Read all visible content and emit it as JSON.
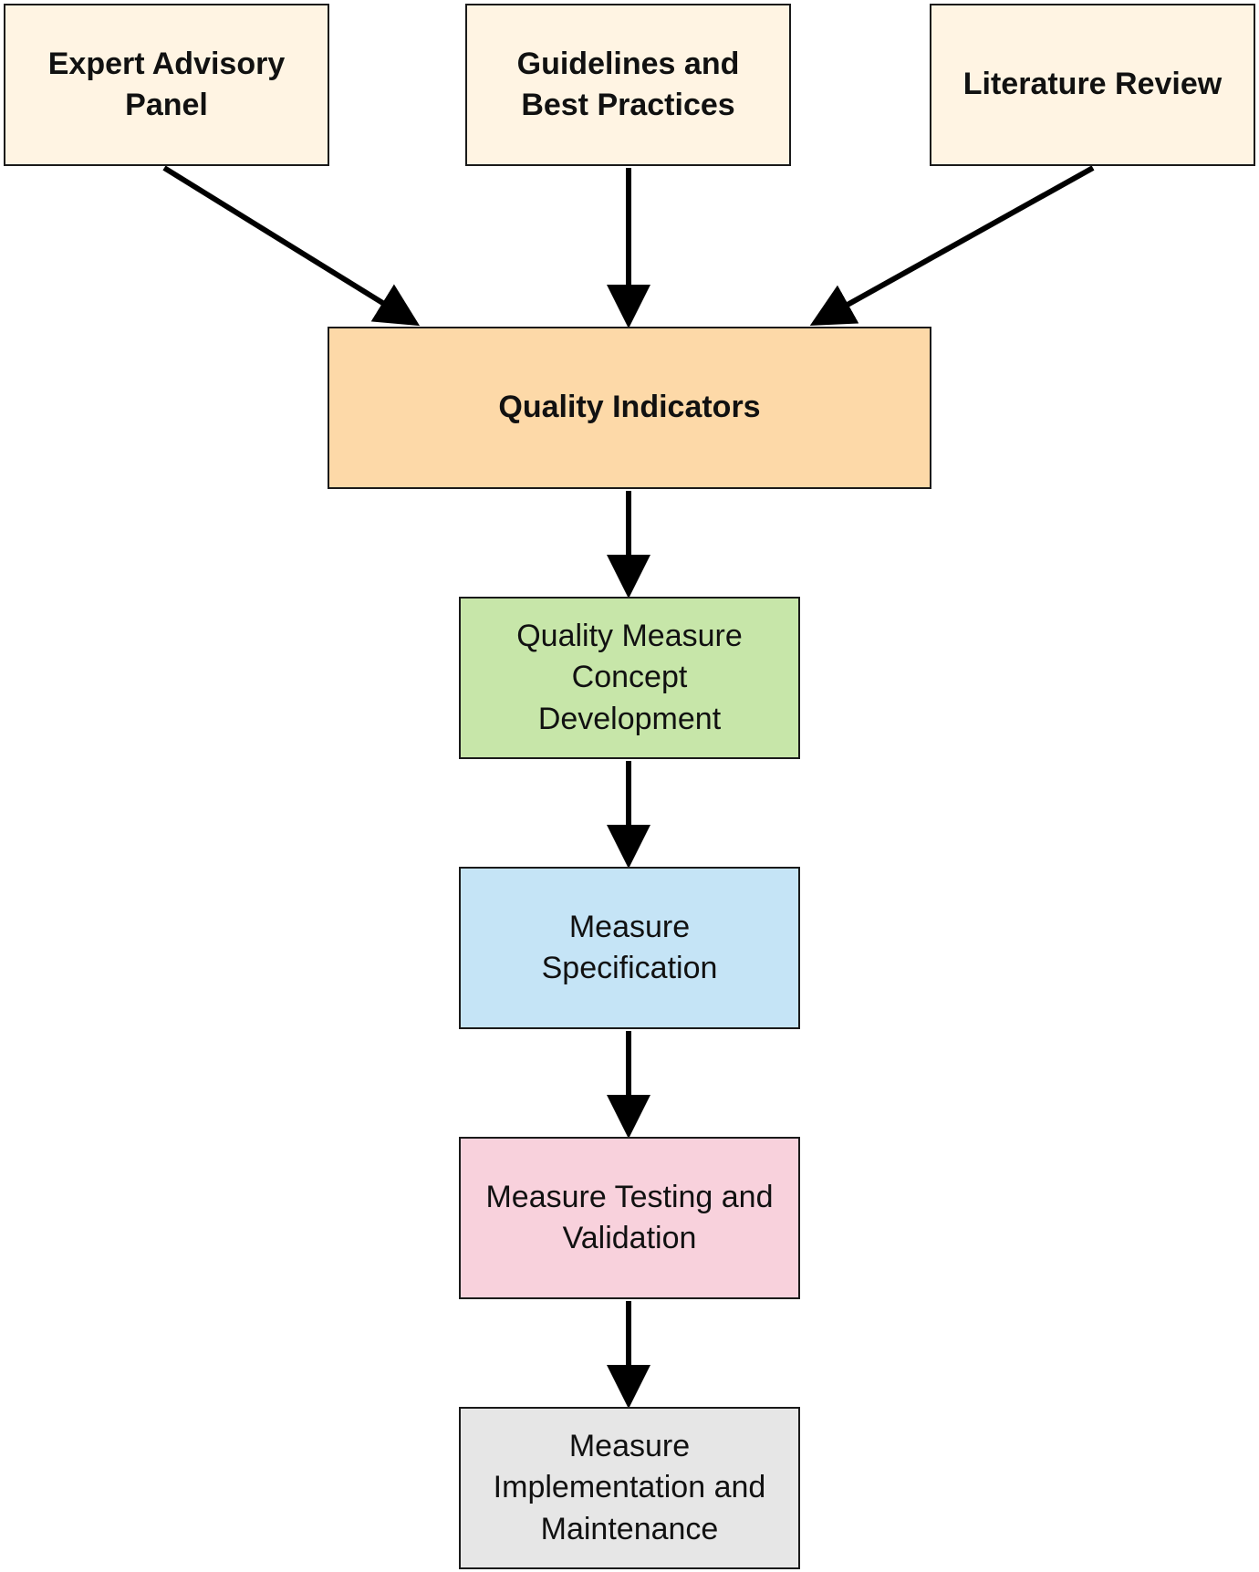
{
  "diagram": {
    "type": "flowchart",
    "sources": [
      {
        "id": "expert",
        "label": "Expert Advisory\nPanel"
      },
      {
        "id": "guidelines",
        "label": "Guidelines and\nBest Practices"
      },
      {
        "id": "literature",
        "label": "Literature Review"
      }
    ],
    "hub": {
      "id": "quality",
      "label": "Quality Indicators"
    },
    "steps": [
      {
        "id": "concept",
        "label": "Quality Measure\nConcept\nDevelopment"
      },
      {
        "id": "spec",
        "label": "Measure\nSpecification"
      },
      {
        "id": "testing",
        "label": "Measure Testing and\nValidation"
      },
      {
        "id": "implement",
        "label": "Measure\nImplementation and\nMaintenance"
      }
    ],
    "edges": [
      {
        "from": "expert",
        "to": "quality"
      },
      {
        "from": "guidelines",
        "to": "quality"
      },
      {
        "from": "literature",
        "to": "quality"
      },
      {
        "from": "quality",
        "to": "concept"
      },
      {
        "from": "concept",
        "to": "spec"
      },
      {
        "from": "spec",
        "to": "testing"
      },
      {
        "from": "testing",
        "to": "implement"
      }
    ],
    "colors": {
      "source_fill": "#fff4e3",
      "hub_fill": "#fdd9a8",
      "concept_fill": "#c7e6a9",
      "spec_fill": "#c5e4f6",
      "testing_fill": "#f8d1dc",
      "implement_fill": "#e6e6e6",
      "stroke": "#1a1a1a"
    }
  }
}
